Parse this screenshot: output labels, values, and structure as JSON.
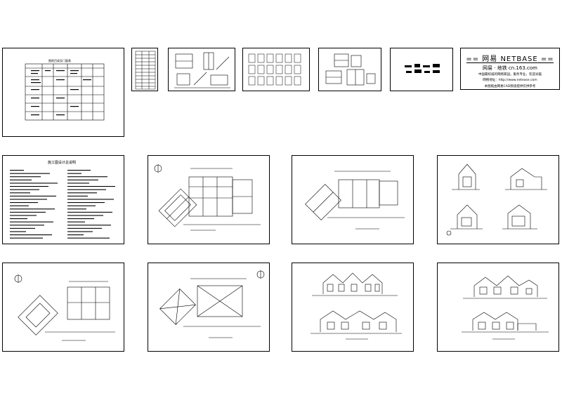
{
  "netease_card": {
    "title": "== 网易   NETBASE ==",
    "subtitle": "网易 · 地铁      cn.163.com",
    "line1": "中国最权威的网络家园，服务专业，欢迎光临",
    "line2": "网络地址：http://www.netease.com",
    "line3": "本图纸由网易CAD频道提供仅供参考"
  },
  "notes_heading": "施工图设计总说明",
  "drawing_index_heading": "图纸目录及门窗表",
  "colors": {
    "line": "#000000",
    "paper": "#ffffff"
  }
}
